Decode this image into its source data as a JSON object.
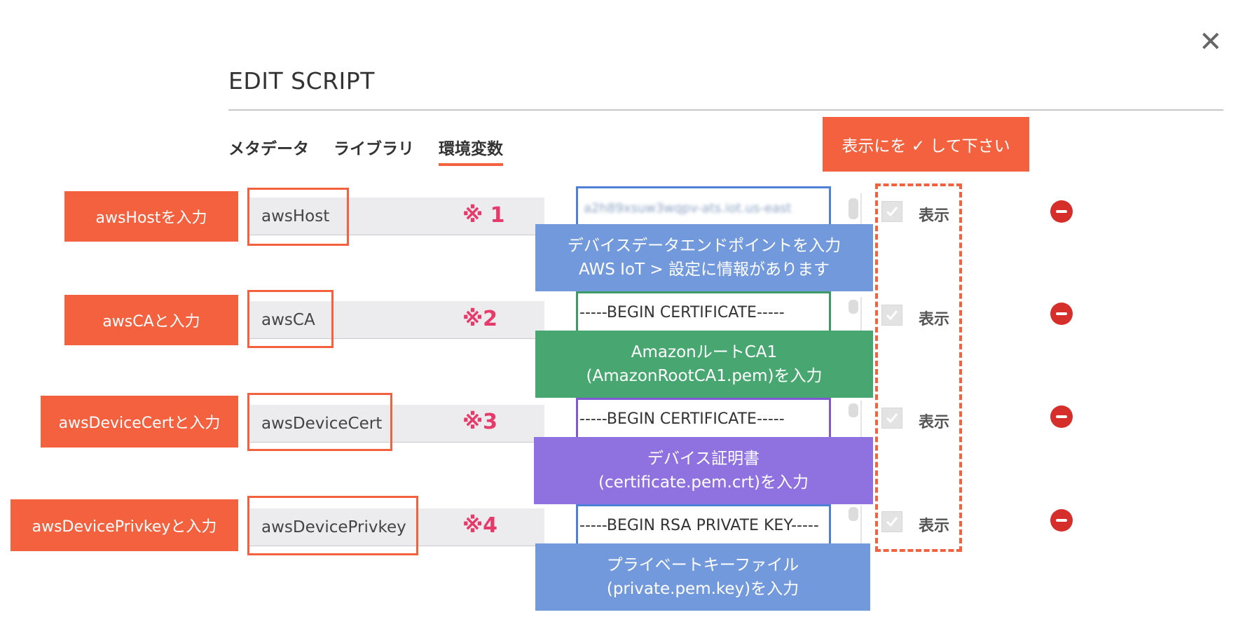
{
  "dialog": {
    "title": "EDIT SCRIPT",
    "close_glyph": "✕",
    "tabs": [
      {
        "label": "メタデータ",
        "active": false
      },
      {
        "label": "ライブラリ",
        "active": false
      },
      {
        "label": "環境変数",
        "active": true
      }
    ]
  },
  "notice": "表示にを ✓ して下さい",
  "rows": [
    {
      "callout": "awsHostを入力",
      "key": "awsHost",
      "note": "※ 1",
      "value": "a2h89xsuw3wqpv-ats.iot.us-east",
      "value_blurred": true,
      "info_lines": [
        "デバイスデータエンドポイントを入力",
        "AWS IoT > 設定に情報があります"
      ],
      "checkbox_checked": true,
      "show_label": "表示"
    },
    {
      "callout": "awsCAと入力",
      "key": "awsCA",
      "note": "※2",
      "value": "-----BEGIN CERTIFICATE-----",
      "value_blurred": false,
      "info_lines": [
        "AmazonルートCA1",
        "(AmazonRootCA1.pem)を入力"
      ],
      "checkbox_checked": true,
      "show_label": "表示"
    },
    {
      "callout": "awsDeviceCertと入力",
      "key": "awsDeviceCert",
      "note": "※3",
      "value": "-----BEGIN CERTIFICATE-----",
      "value_blurred": false,
      "info_lines": [
        "デバイス証明書",
        "(certificate.pem.crt)を入力"
      ],
      "checkbox_checked": true,
      "show_label": "表示"
    },
    {
      "callout": "awsDevicePrivkeyと入力",
      "key": "awsDevicePrivkey",
      "note": "※4",
      "value": "-----BEGIN RSA PRIVATE KEY-----",
      "value_blurred": false,
      "info_lines": [
        "プライベートキーファイル",
        "(private.pem.key)を入力"
      ],
      "checkbox_checked": true,
      "show_label": "表示"
    }
  ],
  "colors": {
    "accent_orange": "#f3613f",
    "note_pink": "#e63a6b",
    "info_blue": "#7399dd",
    "info_green": "#48a770",
    "info_purple": "#8f72e0",
    "remove_red": "#d62e2a"
  },
  "icons": {
    "close": "close-icon",
    "checkbox": "checkmark-icon",
    "remove": "minus-circle-icon"
  }
}
